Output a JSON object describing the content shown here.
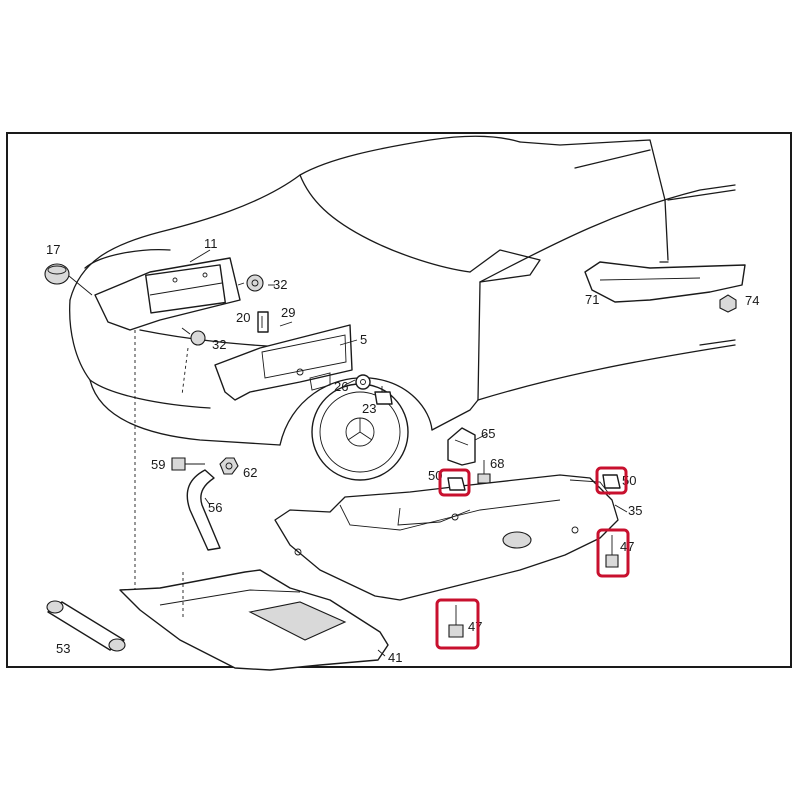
{
  "highlight_color": "#c8102e",
  "callouts": {
    "c17": "17",
    "c11": "11",
    "c32a": "32",
    "c20": "20",
    "c29": "29",
    "c32b": "32",
    "c5": "5",
    "c26": "26",
    "c23": "23",
    "c71": "71",
    "c74": "74",
    "c65": "65",
    "c68": "68",
    "c59": "59",
    "c62": "62",
    "c56": "56",
    "c50a": "50",
    "c50b": "50",
    "c35": "35",
    "c47a": "47",
    "c47b": "47",
    "c53": "53",
    "c41": "41"
  }
}
